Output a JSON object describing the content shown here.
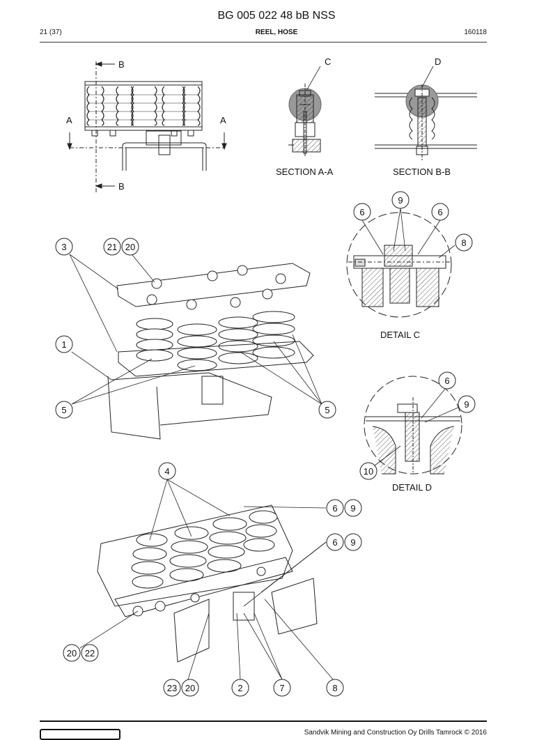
{
  "header": {
    "document_number": "BG 005 022 48 bB NSS",
    "page": "21 (37)",
    "title": "REEL, HOSE",
    "date_code": "160118"
  },
  "views": {
    "section_a_a": "SECTION A-A",
    "section_b_b": "SECTION B-B",
    "detail_c": "DETAIL C",
    "detail_d": "DETAIL D",
    "cut_letters": [
      "A",
      "B",
      "C",
      "D"
    ]
  },
  "callouts": [
    "1",
    "2",
    "3",
    "4",
    "5",
    "6",
    "7",
    "8",
    "9",
    "10",
    "20",
    "21",
    "22",
    "23"
  ],
  "footer": {
    "copyright": "Sandvik Mining and Construction Oy Drills Tamrock © 2016"
  }
}
